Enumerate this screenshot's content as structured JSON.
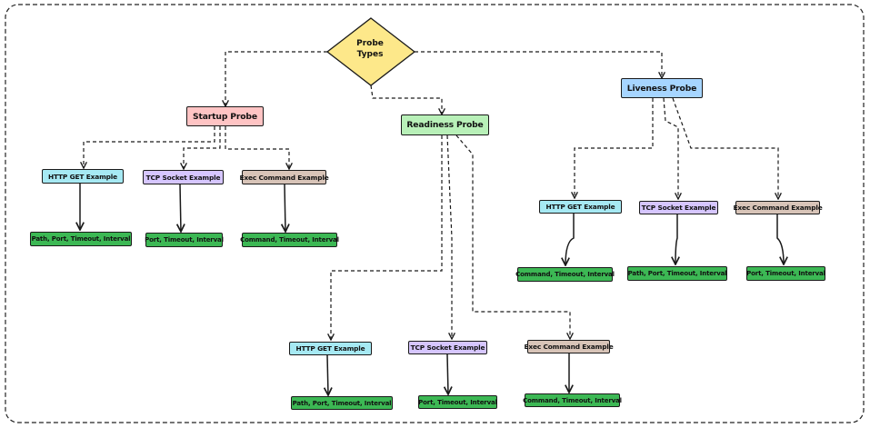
{
  "root": {
    "label": "Probe\nTypes",
    "color": "#fde88a"
  },
  "startup": {
    "label": "Startup Probe",
    "examples": [
      {
        "label": "HTTP GET Example",
        "leaf": "Path, Port, Timeout, Interval"
      },
      {
        "label": "TCP Socket Example",
        "leaf": "Port, Timeout, Interval"
      },
      {
        "label": "Exec Command Example",
        "leaf": "Command, Timeout, Interval"
      }
    ]
  },
  "readiness": {
    "label": "Readiness Probe",
    "examples": [
      {
        "label": "HTTP GET Example",
        "leaf": "Path, Port, Timeout, Interval"
      },
      {
        "label": "TCP Socket Example",
        "leaf": "Port, Timeout, Interval"
      },
      {
        "label": "Exec Command Example",
        "leaf": "Command, Timeout, Interval"
      }
    ]
  },
  "liveness": {
    "label": "Liveness Probe",
    "examples": [
      {
        "label": "HTTP GET Example",
        "leaf": "Command, Timeout, Interval"
      },
      {
        "label": "TCP Socket Example",
        "leaf": "Path, Port, Timeout, Interval"
      },
      {
        "label": "Exec Command Example",
        "leaf": "Port, Timeout, Interval"
      }
    ]
  },
  "colors": {
    "http": "#a6e9f3",
    "tcp": "#d6c6ff",
    "exec": "#d8c4b8",
    "leaf": "#3cb854",
    "startup": "#ffc4c4",
    "readiness": "#b8f0b8",
    "liveness": "#a6d5ff"
  }
}
